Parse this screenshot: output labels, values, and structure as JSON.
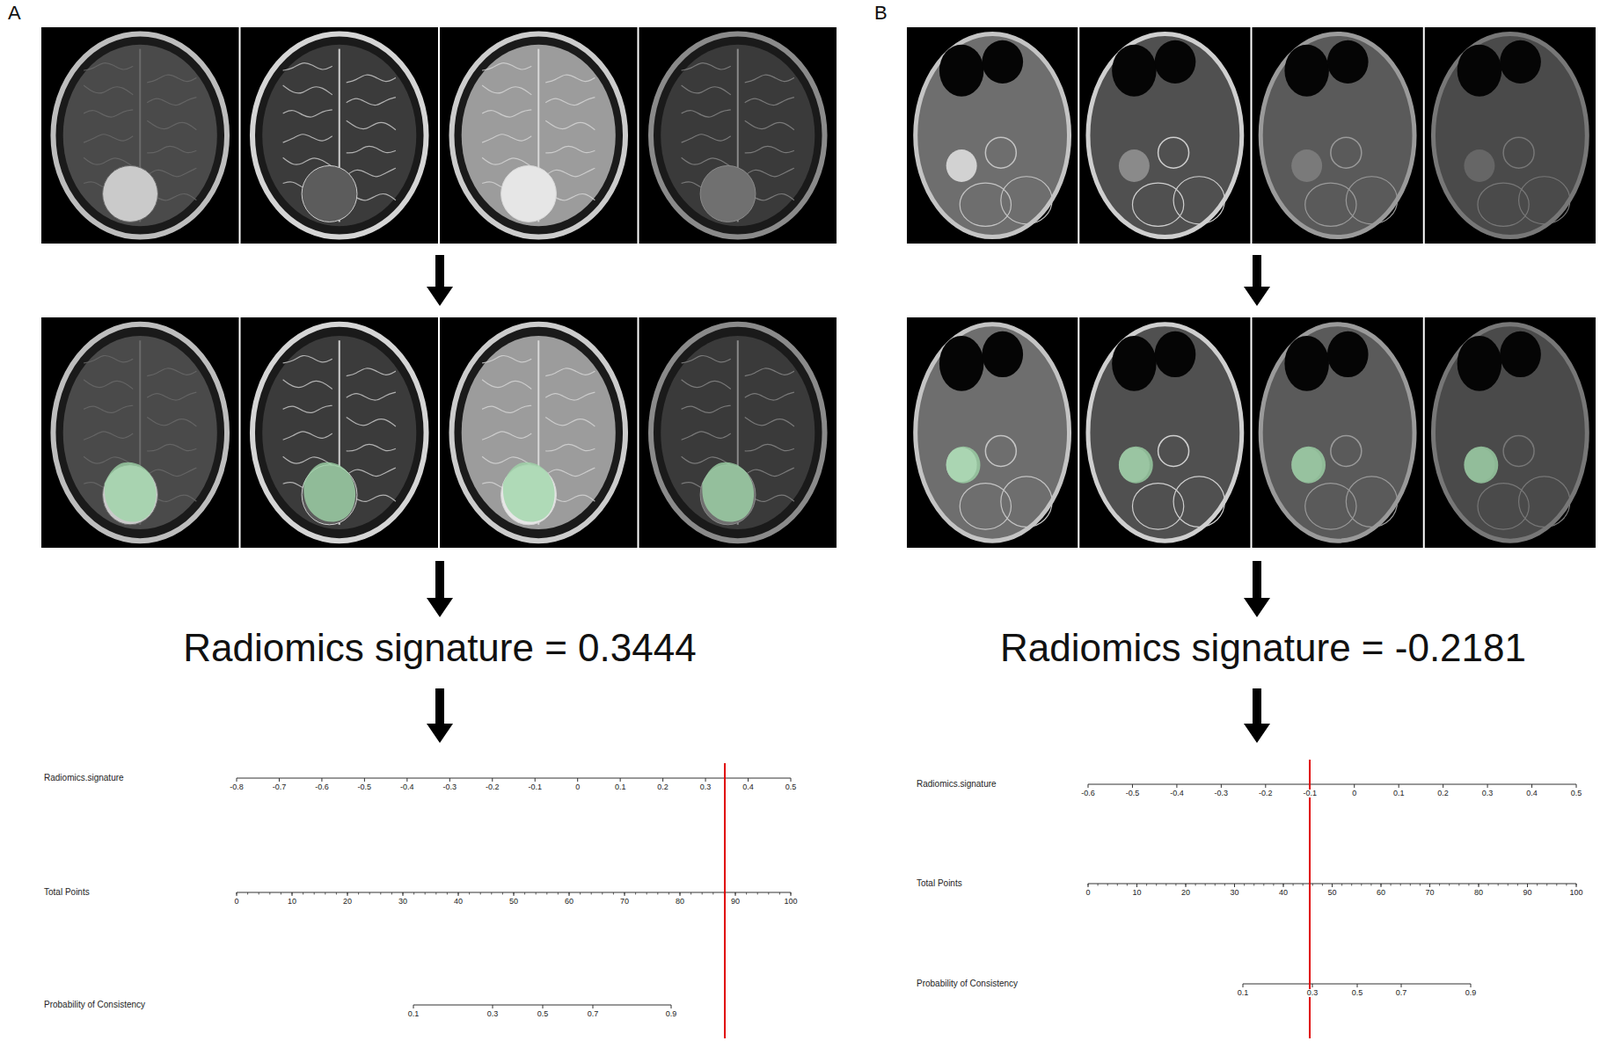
{
  "diagram": {
    "labels": [
      "A",
      "Radiomics signature = 0.3444",
      "Radiomics.signature",
      "-0.8",
      "-0.7",
      "-0.6",
      "-0.5",
      "-0.4",
      "-0.3",
      "-0.2",
      "-0.1",
      "0",
      "0.1",
      "0.2",
      "0.3",
      "0.4",
      "0.5",
      "Total Points",
      "0",
      "10",
      "20",
      "30",
      "40",
      "50",
      "60",
      "70",
      "80",
      "90",
      "100",
      "Probability of Consistency",
      "0.1",
      "0.3",
      "0.5",
      "0.7",
      "0.9",
      "B",
      "Radiomics signature = -0.2181",
      "Radiomics.signature",
      "-0.6",
      "-0.5",
      "-0.4",
      "-0.3",
      "-0.2",
      "-0.1",
      "0",
      "0.1",
      "0.2",
      "0.3",
      "0.4",
      "0.5",
      "Total Points",
      "0",
      "10",
      "20",
      "30",
      "40",
      "50",
      "60",
      "70",
      "80",
      "90",
      "100",
      "Probability of Consistency",
      "0.1",
      "0.3",
      "0.5",
      "0.7",
      "0.9"
    ]
  }
}
